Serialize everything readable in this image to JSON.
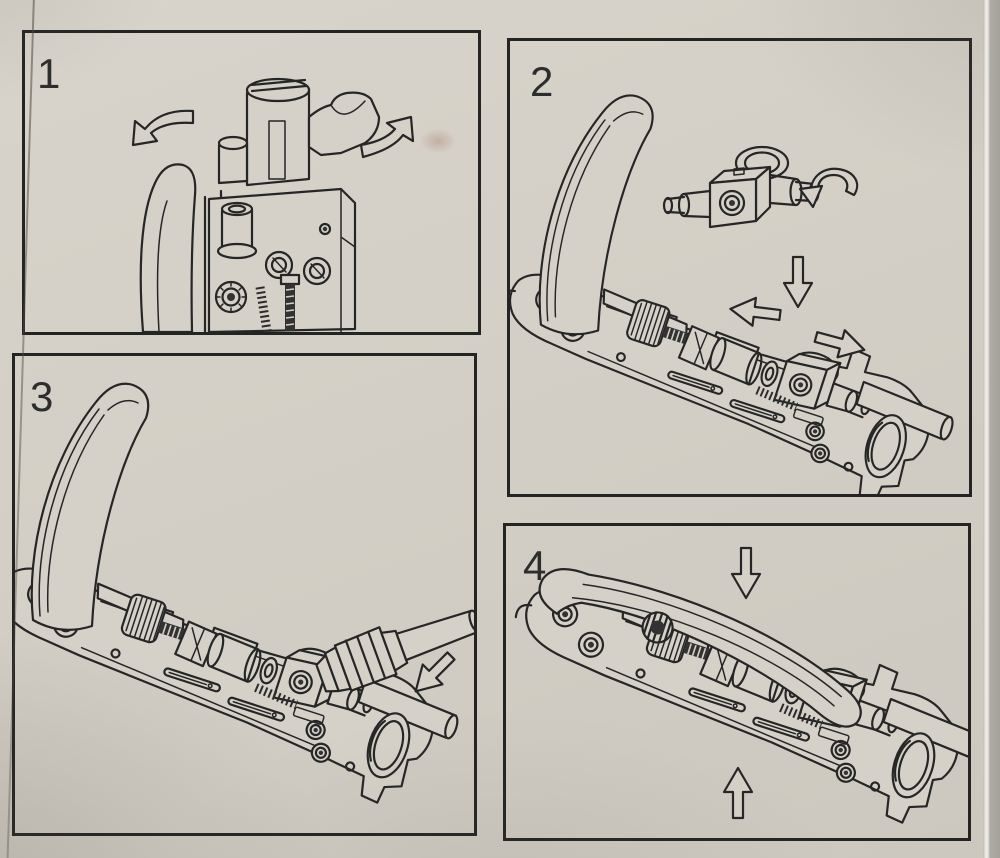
{
  "page": {
    "colors": {
      "paper": "#d5d1c8",
      "ink": "#262626",
      "panel_border": "#242424",
      "page_edge": "#a4a19a",
      "edge_highlight": "#f1efe9"
    }
  },
  "panels": [
    {
      "label": "1",
      "illustration": "crimp-tool-head-closeup",
      "icons": [
        "curved-arrow-left",
        "curved-arrow-right"
      ]
    },
    {
      "label": "2",
      "illustration": "open-crimp-tool-with-die-insert",
      "icons": [
        "rotate-arrow",
        "down-arrow",
        "left-arrow",
        "right-arrow"
      ]
    },
    {
      "label": "3",
      "illustration": "open-crimp-tool-with-connector",
      "icons": [
        "down-left-arrow"
      ]
    },
    {
      "label": "4",
      "illustration": "closed-crimp-tool",
      "icons": [
        "down-arrow",
        "up-arrow"
      ]
    }
  ]
}
